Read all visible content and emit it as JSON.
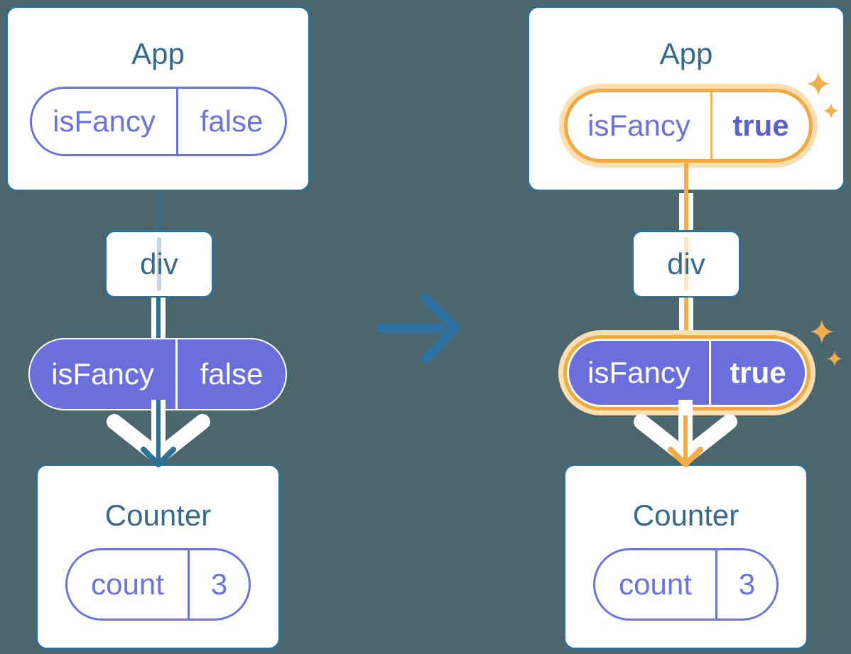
{
  "left_tree": {
    "app": {
      "title": "App",
      "prop": {
        "key": "isFancy",
        "value": "false"
      }
    },
    "div_label": "div",
    "passed_prop": {
      "key": "isFancy",
      "value": "false"
    },
    "counter": {
      "title": "Counter",
      "state_key": "count",
      "state_value": "3"
    }
  },
  "right_tree": {
    "app": {
      "title": "App",
      "prop": {
        "key": "isFancy",
        "value": "true"
      }
    },
    "div_label": "div",
    "passed_prop": {
      "key": "isFancy",
      "value": "true"
    },
    "counter": {
      "title": "Counter",
      "state_key": "count",
      "state_value": "3"
    }
  },
  "icons": {
    "transition_arrow": "right-arrow",
    "flow_arrow": "down-chevron-arrow",
    "sparkle": "four-point-star"
  },
  "colors": {
    "background": "#4C666E",
    "card_border": "#2E7094",
    "title_text": "#35698F",
    "purple": "#6C73DC",
    "purple_fill": "#6A6FDB",
    "value_true_text": "#5A60D2",
    "highlight_orange": "#F2A93F",
    "highlight_halo": "#FBDFB2",
    "sparkle": "#F3AE4F",
    "transition_arrow": "#2C72A3",
    "faded_stripe_blue": "#C7D2E8",
    "faded_stripe_peach": "#FAE4C4"
  }
}
